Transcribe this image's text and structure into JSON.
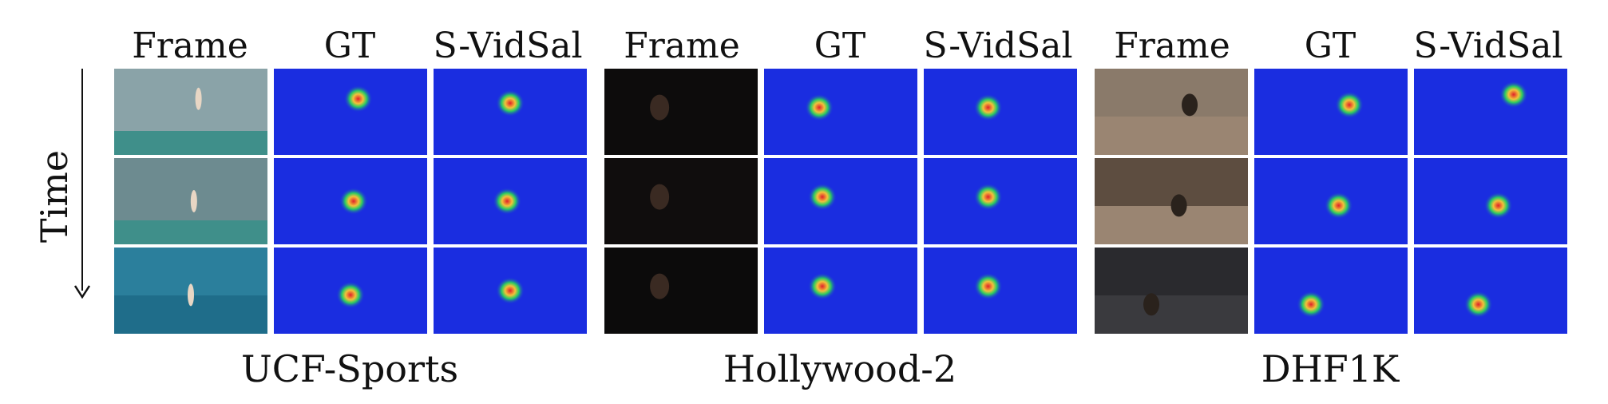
{
  "column_headers": {
    "frame": "Frame",
    "gt": "GT",
    "model": "S-VidSal"
  },
  "datasets": [
    {
      "name": "UCF-Sports"
    },
    {
      "name": "Hollywood-2"
    },
    {
      "name": "DHF1K"
    }
  ],
  "time_axis": {
    "label": "Time"
  },
  "colors": {
    "heatmap_background": "#1a2de0",
    "heatmap_hot": "#e0202a",
    "heatmap_warm": "#2cd35a",
    "text": "#111111"
  }
}
